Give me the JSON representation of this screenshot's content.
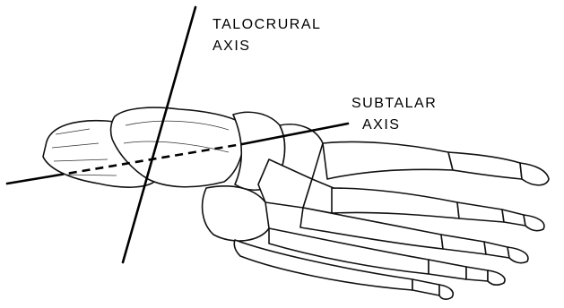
{
  "labels": {
    "talocrural_line1": "TALOCRURAL",
    "talocrural_line2": "AXIS",
    "subtalar_line1": "SUBTALAR",
    "subtalar_line2": "AXIS"
  }
}
